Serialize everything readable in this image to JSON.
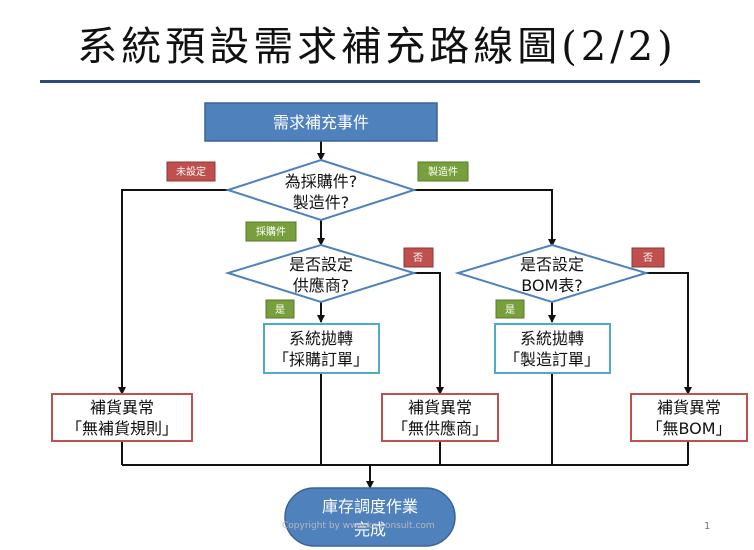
{
  "title": "系統預設需求補充路線圖(2/2)",
  "nodes": {
    "start": "需求補充事件",
    "decision_type_line1": "為採購件?",
    "decision_type_line2": "製造件?",
    "decision_supplier_line1": "是否設定",
    "decision_supplier_line2": "供應商?",
    "decision_bom_line1": "是否設定",
    "decision_bom_line2": "BOM表?",
    "purchase_order_line1": "系統拋轉",
    "purchase_order_line2": "「採購訂單」",
    "manufacture_order_line1": "系統拋轉",
    "manufacture_order_line2": "「製造訂單」",
    "exception_no_rule_line1": "補貨異常",
    "exception_no_rule_line2": "「無補貨規則」",
    "exception_no_supplier_line1": "補貨異常",
    "exception_no_supplier_line2": "「無供應商」",
    "exception_no_bom_line1": "補貨異常",
    "exception_no_bom_line2": "「無BOM」",
    "end_line1": "庫存調度作業",
    "end_line2": "完成"
  },
  "tags": {
    "not_set": "未設定",
    "manufactured": "製造件",
    "purchased": "採購件",
    "no_supplier": "否",
    "yes_supplier": "是",
    "no_bom": "否",
    "yes_bom": "是"
  },
  "colors": {
    "start_fill": "#4f81bd",
    "decision_stroke": "#4f81bd",
    "action_stroke": "#4bacc6",
    "exception_stroke": "#c0504d",
    "end_fill": "#4f81bd",
    "red_tag": "#c0504d",
    "green_tag": "#77a03d"
  },
  "footer": {
    "copyright": "Copyright by www.ks-consult.com",
    "slide_number": "1"
  }
}
